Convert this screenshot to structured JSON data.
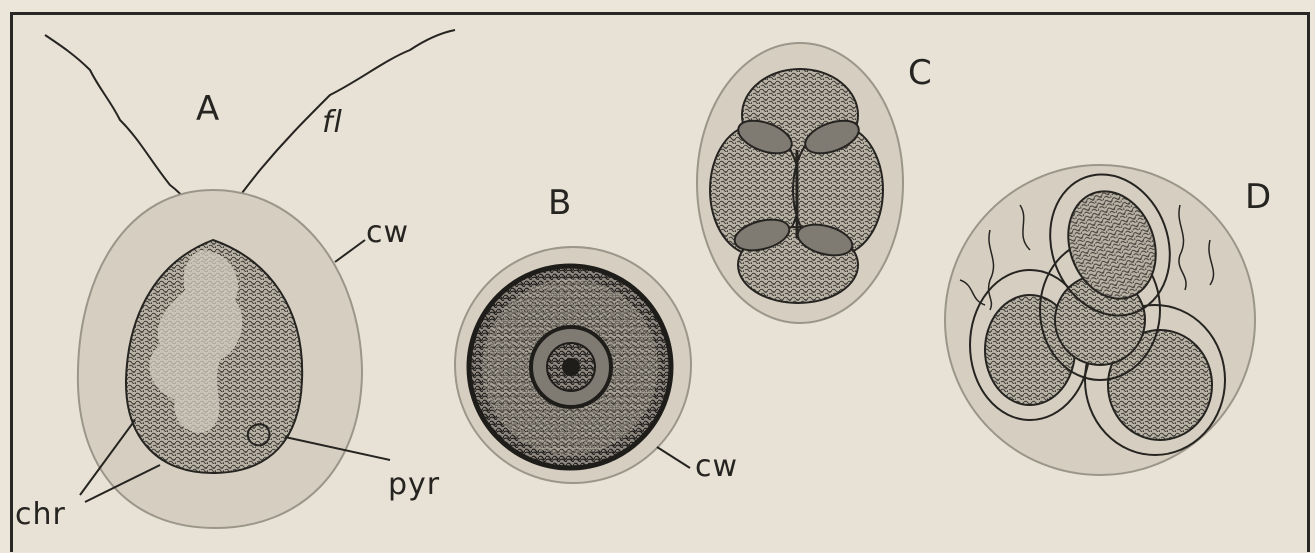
{
  "figure": {
    "panels": [
      {
        "id": "A",
        "label": "A"
      },
      {
        "id": "B",
        "label": "B"
      },
      {
        "id": "C",
        "label": "C"
      },
      {
        "id": "D",
        "label": "D"
      }
    ],
    "annotations": {
      "fl": "fl",
      "cw_a": "cw",
      "chr": "chr",
      "pyr": "pyr",
      "cw_b": "cw"
    },
    "colors": {
      "background": "#e7e2d5",
      "cell_wall": "#d6cfc1",
      "ink": "#262421",
      "chromatophore": "#6d6a63"
    }
  }
}
